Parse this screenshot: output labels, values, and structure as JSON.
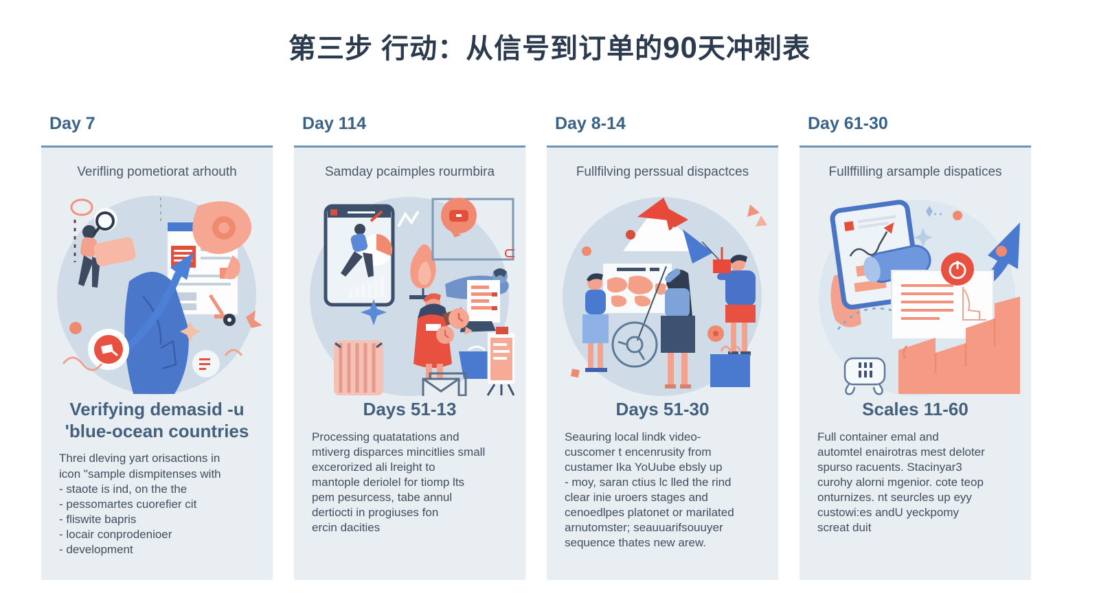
{
  "title": {
    "prefix": "第三步 行动：从信号到订单的",
    "number": "90",
    "suffix": "天冲刺表"
  },
  "columns": [
    {
      "day_label": "Day 7",
      "subtitle": "Verifling pometiorat arhouth",
      "heading_lines": [
        "Verifying demasid -u",
        "'blue-ocean countries"
      ],
      "body_lines": [
        "Threi dleving yart orisactions in",
        "icon \"sample dismpitenses with",
        "- staote is ind, on the the",
        "- pessomartes cuorefier cit",
        "- fliswite bapris",
        "- locair conprodenioer",
        "- development"
      ]
    },
    {
      "day_label": "Day 114",
      "subtitle": "Samday pcaimples rourmbira",
      "heading_lines": [
        "Days 51-13"
      ],
      "body_lines": [
        "Processing quatatations and",
        "mtiverg disparces mincitlies small",
        "excerorized ali lreight to",
        "mantople deriolel for tiomp lts",
        "pem pesurcess, tabe annul",
        "dertiocti in progiuses fon",
        "ercin dacities"
      ]
    },
    {
      "day_label": "Day 8-14",
      "subtitle": "Fullfilving perssual dispactces",
      "heading_lines": [
        "Days 51-30"
      ],
      "body_lines": [
        "Seauring local lindk video-",
        "cuscomer t encenrusity from",
        "custamer Ika YoUube ebsly up",
        "- moy, saran ctius lc lled the rind",
        "clear inie uroers stages and",
        "cenoedlpes platonet or marilated",
        "arnutomster; seauuarifsouuyer",
        "sequence thates new arew."
      ]
    },
    {
      "day_label": "Day 61-30",
      "subtitle": "Fullffilling arsample dispatices",
      "heading_lines": [
        "Scales 11-60"
      ],
      "body_lines": [
        "Full container emal and",
        "automtel enairotras mest deloter",
        "spurso racuents. Stacinyar3",
        "curohy alorni mgenior. cote teop",
        "onturnizes. nt seurcles up eyy",
        "custowi:es andU yeckpomy",
        "screat duit"
      ]
    }
  ],
  "icons": [
    "illustration-verify-demand-research",
    "illustration-samples-quotations",
    "illustration-customers-world-map",
    "illustration-scale-up-growth"
  ],
  "colors": {
    "title_text": "#2b3a4d",
    "day_label": "#3a6286",
    "divider": "#6f94b3",
    "card_bg": "#e9eef3",
    "circle_bg": "#cfdce8",
    "coral": "#f5a793",
    "coral_deep": "#ef8a70",
    "red": "#e8503f",
    "blue": "#4a7ad0",
    "navy": "#33496b",
    "body_text": "#414e5d"
  }
}
